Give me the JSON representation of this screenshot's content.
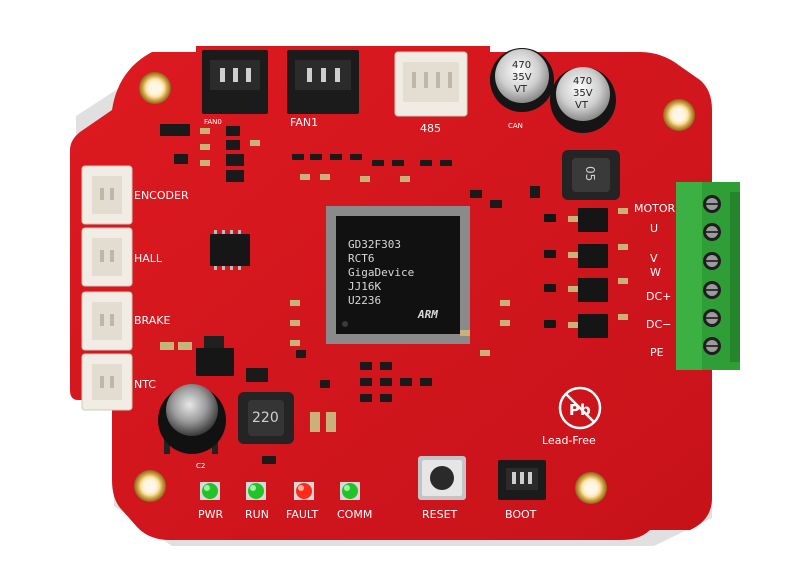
{
  "labels": {
    "fan0": "FAN0",
    "fan1": "FAN1",
    "rs485": "485",
    "can": "CAN",
    "encoder": "ENCODER",
    "hall": "HALL",
    "brake": "BRAKE",
    "ntc": "NTC",
    "ntc_small": "NTC",
    "motor": "MOTOR",
    "u": "U",
    "v": "V",
    "w": "W",
    "dcp": "DC+",
    "dcm": "DC−",
    "pe": "PE",
    "pwr": "PWR",
    "run": "RUN",
    "fault": "FAULT",
    "comm": "COMM",
    "reset": "RESET",
    "boot": "BOOT",
    "lead_free": "Lead-Free",
    "pb": "Pb",
    "inductor_top": "05",
    "inductor_bottom": "220",
    "c2": "C2"
  },
  "chip": {
    "line1": "GD32F303",
    "line2": "RCT6",
    "line3": "GigaDevice",
    "line4": "JJ16K",
    "line5": "U2236",
    "brand": "ARM"
  },
  "caps": [
    {
      "line1": "470",
      "line2": "35V",
      "line3": "VT"
    },
    {
      "line1": "470",
      "line2": "35V",
      "line3": "VT"
    }
  ],
  "colors": {
    "board": "#d3141a",
    "terminal": "#3cb043",
    "led_green": "#22c22a",
    "led_red": "#ff2a1a"
  }
}
